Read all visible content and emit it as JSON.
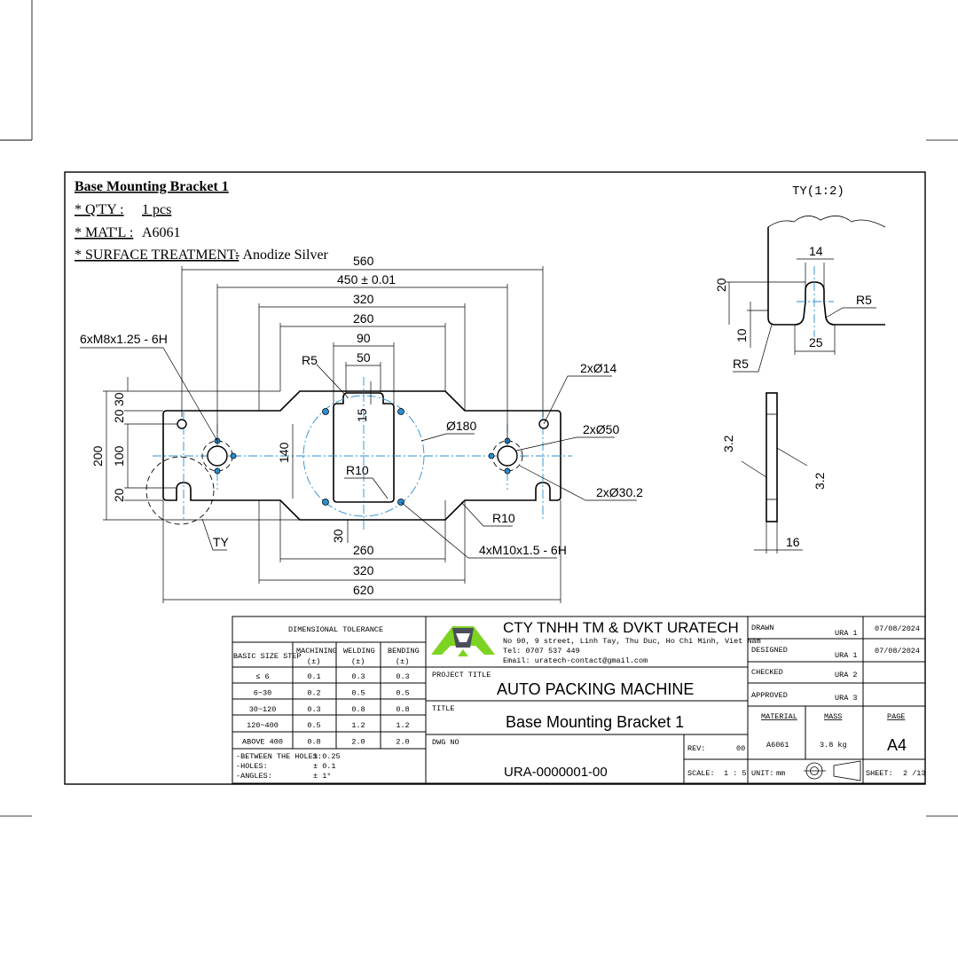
{
  "header": {
    "part_name": "Base Mounting Bracket 1",
    "qty_label": "* Q'TY :",
    "qty_value": "1 pcs",
    "material_label": "* MAT'L :",
    "material_value": "A6061",
    "surface_label": "* SURFACE TREATMENT:",
    "surface_value": "- Anodize Silver"
  },
  "main_view": {
    "dims": {
      "overall_width": "620",
      "hole_span_outer": "560",
      "hole_span_tol": "450 ± 0.01",
      "top_step_width": "320",
      "top_flat_width": "260",
      "pocket_width": "90",
      "pocket_inner": "50",
      "pocket_radius": "R5",
      "pocket_depth": "15",
      "bottom_flat_width": "260",
      "bottom_step_width": "320",
      "center_circle": "Ø180",
      "pocket_height": "140",
      "overall_height": "200",
      "inner_height": "100",
      "top_offset_a": "20",
      "top_offset_b": "30",
      "bottom_offset": "20",
      "bottom_step": "30",
      "inner_radius": "R10",
      "corner_radius": "R10",
      "tap_m8": "6xM8x1.25 - 6H",
      "hole_14": "2xØ14",
      "hole_50": "2xØ50",
      "hole_302": "2xØ30.2",
      "tap_m10": "4xM10x1.5 - 6H",
      "detail_ref": "TY"
    }
  },
  "detail_view": {
    "title": "TY(1:2)",
    "slot_width": "14",
    "slot_depth": "20",
    "slot_radius": "R5",
    "step_height": "10",
    "step_width": "25",
    "corner_radius": "R5"
  },
  "side_view": {
    "thickness": "16",
    "chamfer_left": "3.2",
    "chamfer_right": "3.2"
  },
  "tolerance_table": {
    "title": "DIMENSIONAL TOLERANCE",
    "headers": [
      "BASIC SIZE STEP",
      "MACHINING (±)",
      "WELDING (±)",
      "BENDING (±)"
    ],
    "rows": [
      [
        "≤ 6",
        "0.1",
        "0.3",
        "0.3"
      ],
      [
        "6~30",
        "0.2",
        "0.5",
        "0.5"
      ],
      [
        "30~120",
        "0.3",
        "0.8",
        "0.8"
      ],
      [
        "120~400",
        "0.5",
        "1.2",
        "1.2"
      ],
      [
        "ABOVE 400",
        "0.8",
        "2.0",
        "2.0"
      ]
    ],
    "notes": [
      [
        "-BETWEEN THE HOLES:",
        "± 0.25"
      ],
      [
        "-HOLES:",
        "± 0.1"
      ],
      [
        "-ANGLES:",
        "± 1°"
      ]
    ]
  },
  "company": {
    "name": "CTY TNHH TM & DVKT URATECH",
    "address": "No 90, 9 street, Linh Tay, Thu Duc, Ho Chi Minh, Viet Nam",
    "tel": "Tel:  0707 537 449",
    "email": "Email: uratech-contact@gmail.com"
  },
  "title_block": {
    "project_label": "PROJECT TITLE",
    "project_value": "AUTO PACKING MACHINE",
    "title_label": "TITLE",
    "title_value": "Base Mounting Bracket 1",
    "dwg_label": "DWG NO",
    "dwg_value": "URA-0000001-00",
    "rev_label": "REV:",
    "rev_value": "00",
    "scale_label": "SCALE:",
    "scale_value": "1 : 5",
    "unit_label": "UNIT:",
    "unit_value": "mm",
    "sheet_label": "SHEET:",
    "sheet_value": "2 /13",
    "drawn_label": "DRAWN",
    "drawn_by": "URA 1",
    "drawn_date": "07/08/2024",
    "designed_label": "DESIGNED",
    "designed_by": "URA 1",
    "designed_date": "07/08/2024",
    "checked_label": "CHECKED",
    "checked_by": "URA 2",
    "approved_label": "APPROVED",
    "approved_by": "URA 3",
    "material_label": "MATERIAL",
    "material_value": "A6061",
    "mass_label": "MASS",
    "mass_value": "3.8 kg",
    "page_label": "PAGE",
    "page_value": "A4"
  }
}
